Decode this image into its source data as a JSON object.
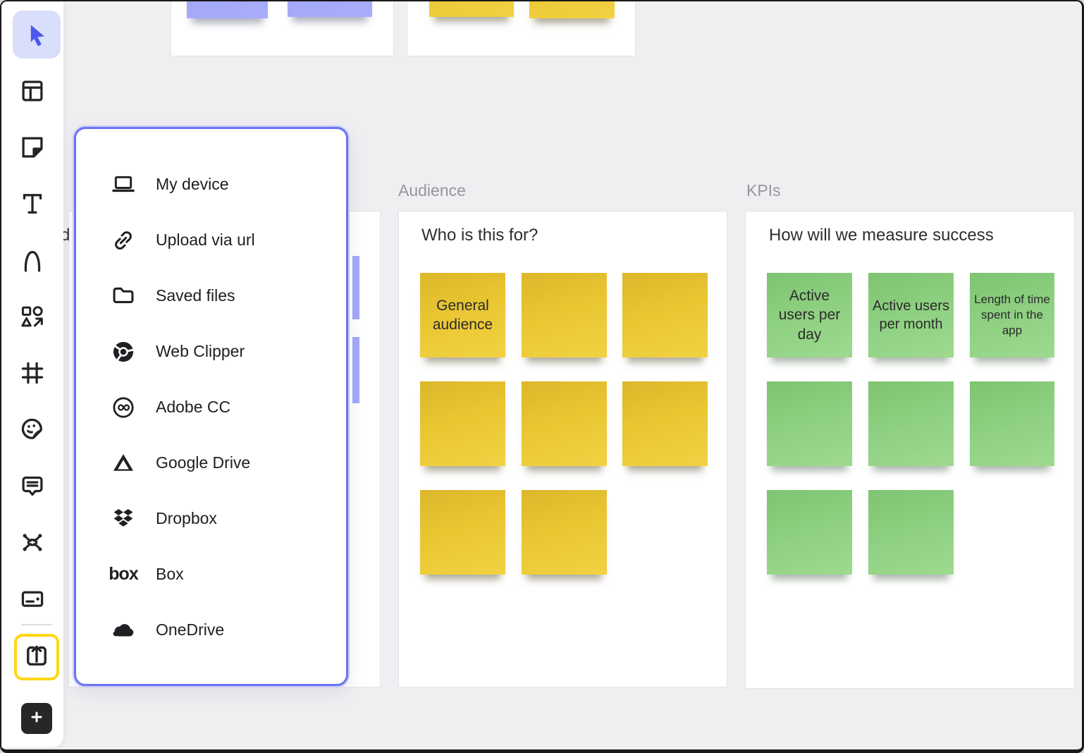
{
  "app": {
    "type": "online-whiteboard-canvas"
  },
  "sidebar": {
    "tools": [
      {
        "id": "select",
        "icon": "cursor-icon",
        "active": true
      },
      {
        "id": "templates",
        "icon": "templates-icon"
      },
      {
        "id": "sticky-note",
        "icon": "sticky-note-icon"
      },
      {
        "id": "text",
        "icon": "text-icon"
      },
      {
        "id": "pen",
        "icon": "pen-icon"
      },
      {
        "id": "shapes",
        "icon": "shapes-icon"
      },
      {
        "id": "frame",
        "icon": "frame-icon"
      },
      {
        "id": "sticker",
        "icon": "sticker-icon"
      },
      {
        "id": "comment",
        "icon": "comment-icon"
      },
      {
        "id": "connector",
        "icon": "connector-icon"
      },
      {
        "id": "card",
        "icon": "card-icon"
      },
      {
        "id": "upload",
        "icon": "upload-icon",
        "highlighted": true
      },
      {
        "id": "add-more",
        "icon": "plus-icon"
      }
    ]
  },
  "upload_menu": {
    "items": [
      {
        "icon": "laptop-icon",
        "label": "My device"
      },
      {
        "icon": "link-icon",
        "label": "Upload via url"
      },
      {
        "icon": "folder-icon",
        "label": "Saved files"
      },
      {
        "icon": "chrome-icon",
        "label": "Web Clipper"
      },
      {
        "icon": "adobe-cc-icon",
        "label": "Adobe CC"
      },
      {
        "icon": "google-drive-icon",
        "label": "Google Drive"
      },
      {
        "icon": "dropbox-icon",
        "label": "Dropbox"
      },
      {
        "icon": "box-logo-icon",
        "label": "Box",
        "icon_text": "box"
      },
      {
        "icon": "onedrive-icon",
        "label": "OneDrive"
      }
    ]
  },
  "canvas": {
    "frames": [
      {
        "label": "Audience",
        "title": "Who is this for?",
        "note_color": "yellow",
        "notes": [
          "General audience",
          "",
          "",
          "",
          "",
          "",
          "",
          ""
        ]
      },
      {
        "label": "KPIs",
        "title": "How will we measure success",
        "note_color": "green",
        "notes": [
          "Active users per day",
          "Active users per month",
          "Length of time spent in the app",
          "",
          "",
          "",
          "",
          ""
        ]
      }
    ],
    "clipped_text_fragment": "d"
  },
  "colors": {
    "canvas_bg": "#efeff1",
    "note_yellow": "#e9c632",
    "note_green": "#8ed081",
    "note_blue": "#a6abfa",
    "menu_border": "#6b74f2",
    "highlight_yellow": "#ffd615",
    "active_tool_bg": "#d9defb",
    "cursor_blue": "#4b58ec"
  }
}
